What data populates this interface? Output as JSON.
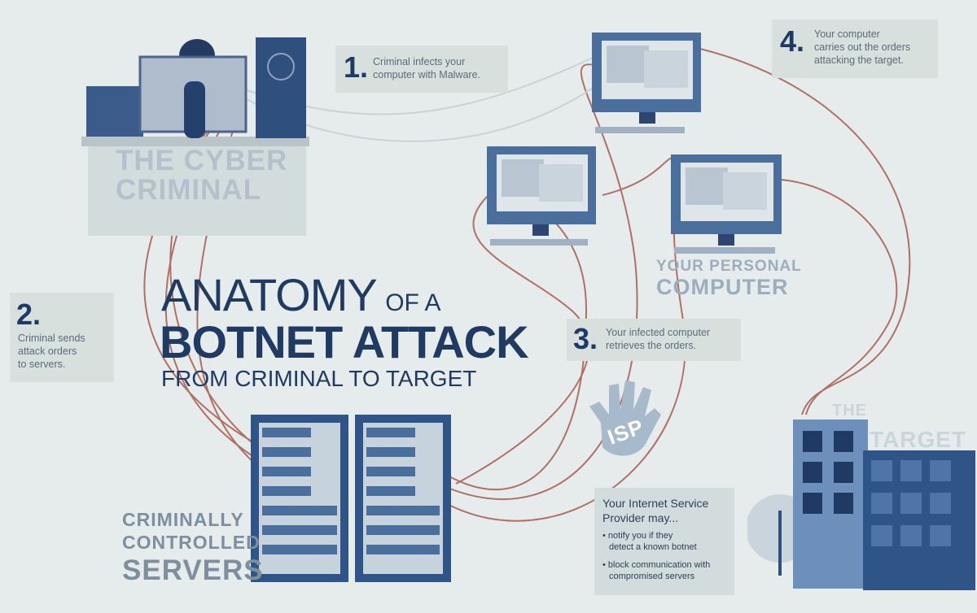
{
  "title": {
    "line1_big": "ANATOMY",
    "line1_small": "OF A",
    "line2": "BOTNET ATTACK",
    "line3": "FROM CRIMINAL TO TARGET"
  },
  "labels": {
    "criminal_line1": "THE CYBER",
    "criminal_line2": "CRIMINAL",
    "personal_line1": "YOUR PERSONAL",
    "personal_line2": "COMPUTER",
    "servers_line1": "CRIMINALLY",
    "servers_line2": "CONTROLLED",
    "servers_line3": "SERVERS",
    "target_line1": "THE",
    "target_line2": "TARGET",
    "isp_badge": "ISP"
  },
  "steps": [
    {
      "number": "1.",
      "text_line1": "Criminal infects your",
      "text_line2": "computer with Malware."
    },
    {
      "number": "2.",
      "text_line1": "Criminal sends",
      "text_line2": "attack orders",
      "text_line3": "to servers."
    },
    {
      "number": "3.",
      "text_line1": "Your infected computer",
      "text_line2": "retrieves the orders."
    },
    {
      "number": "4.",
      "text_line1": "Your computer",
      "text_line2": "carries out the orders",
      "text_line3": "attacking the target."
    }
  ],
  "isp_note": {
    "heading_line1": "Your Internet Service",
    "heading_line2": "Provider may...",
    "bullet1_line1": "• notify you if they",
    "bullet1_line2": "detect a known botnet",
    "bullet2_line1": "• block communication with",
    "bullet2_line2": "compromised servers"
  },
  "colors": {
    "background": "#e6eceb",
    "navy": "#1f3a63",
    "device_blue": "#4a6f9c",
    "wire_red": "#a85a4e",
    "label_grey": "#b4c1cc"
  }
}
